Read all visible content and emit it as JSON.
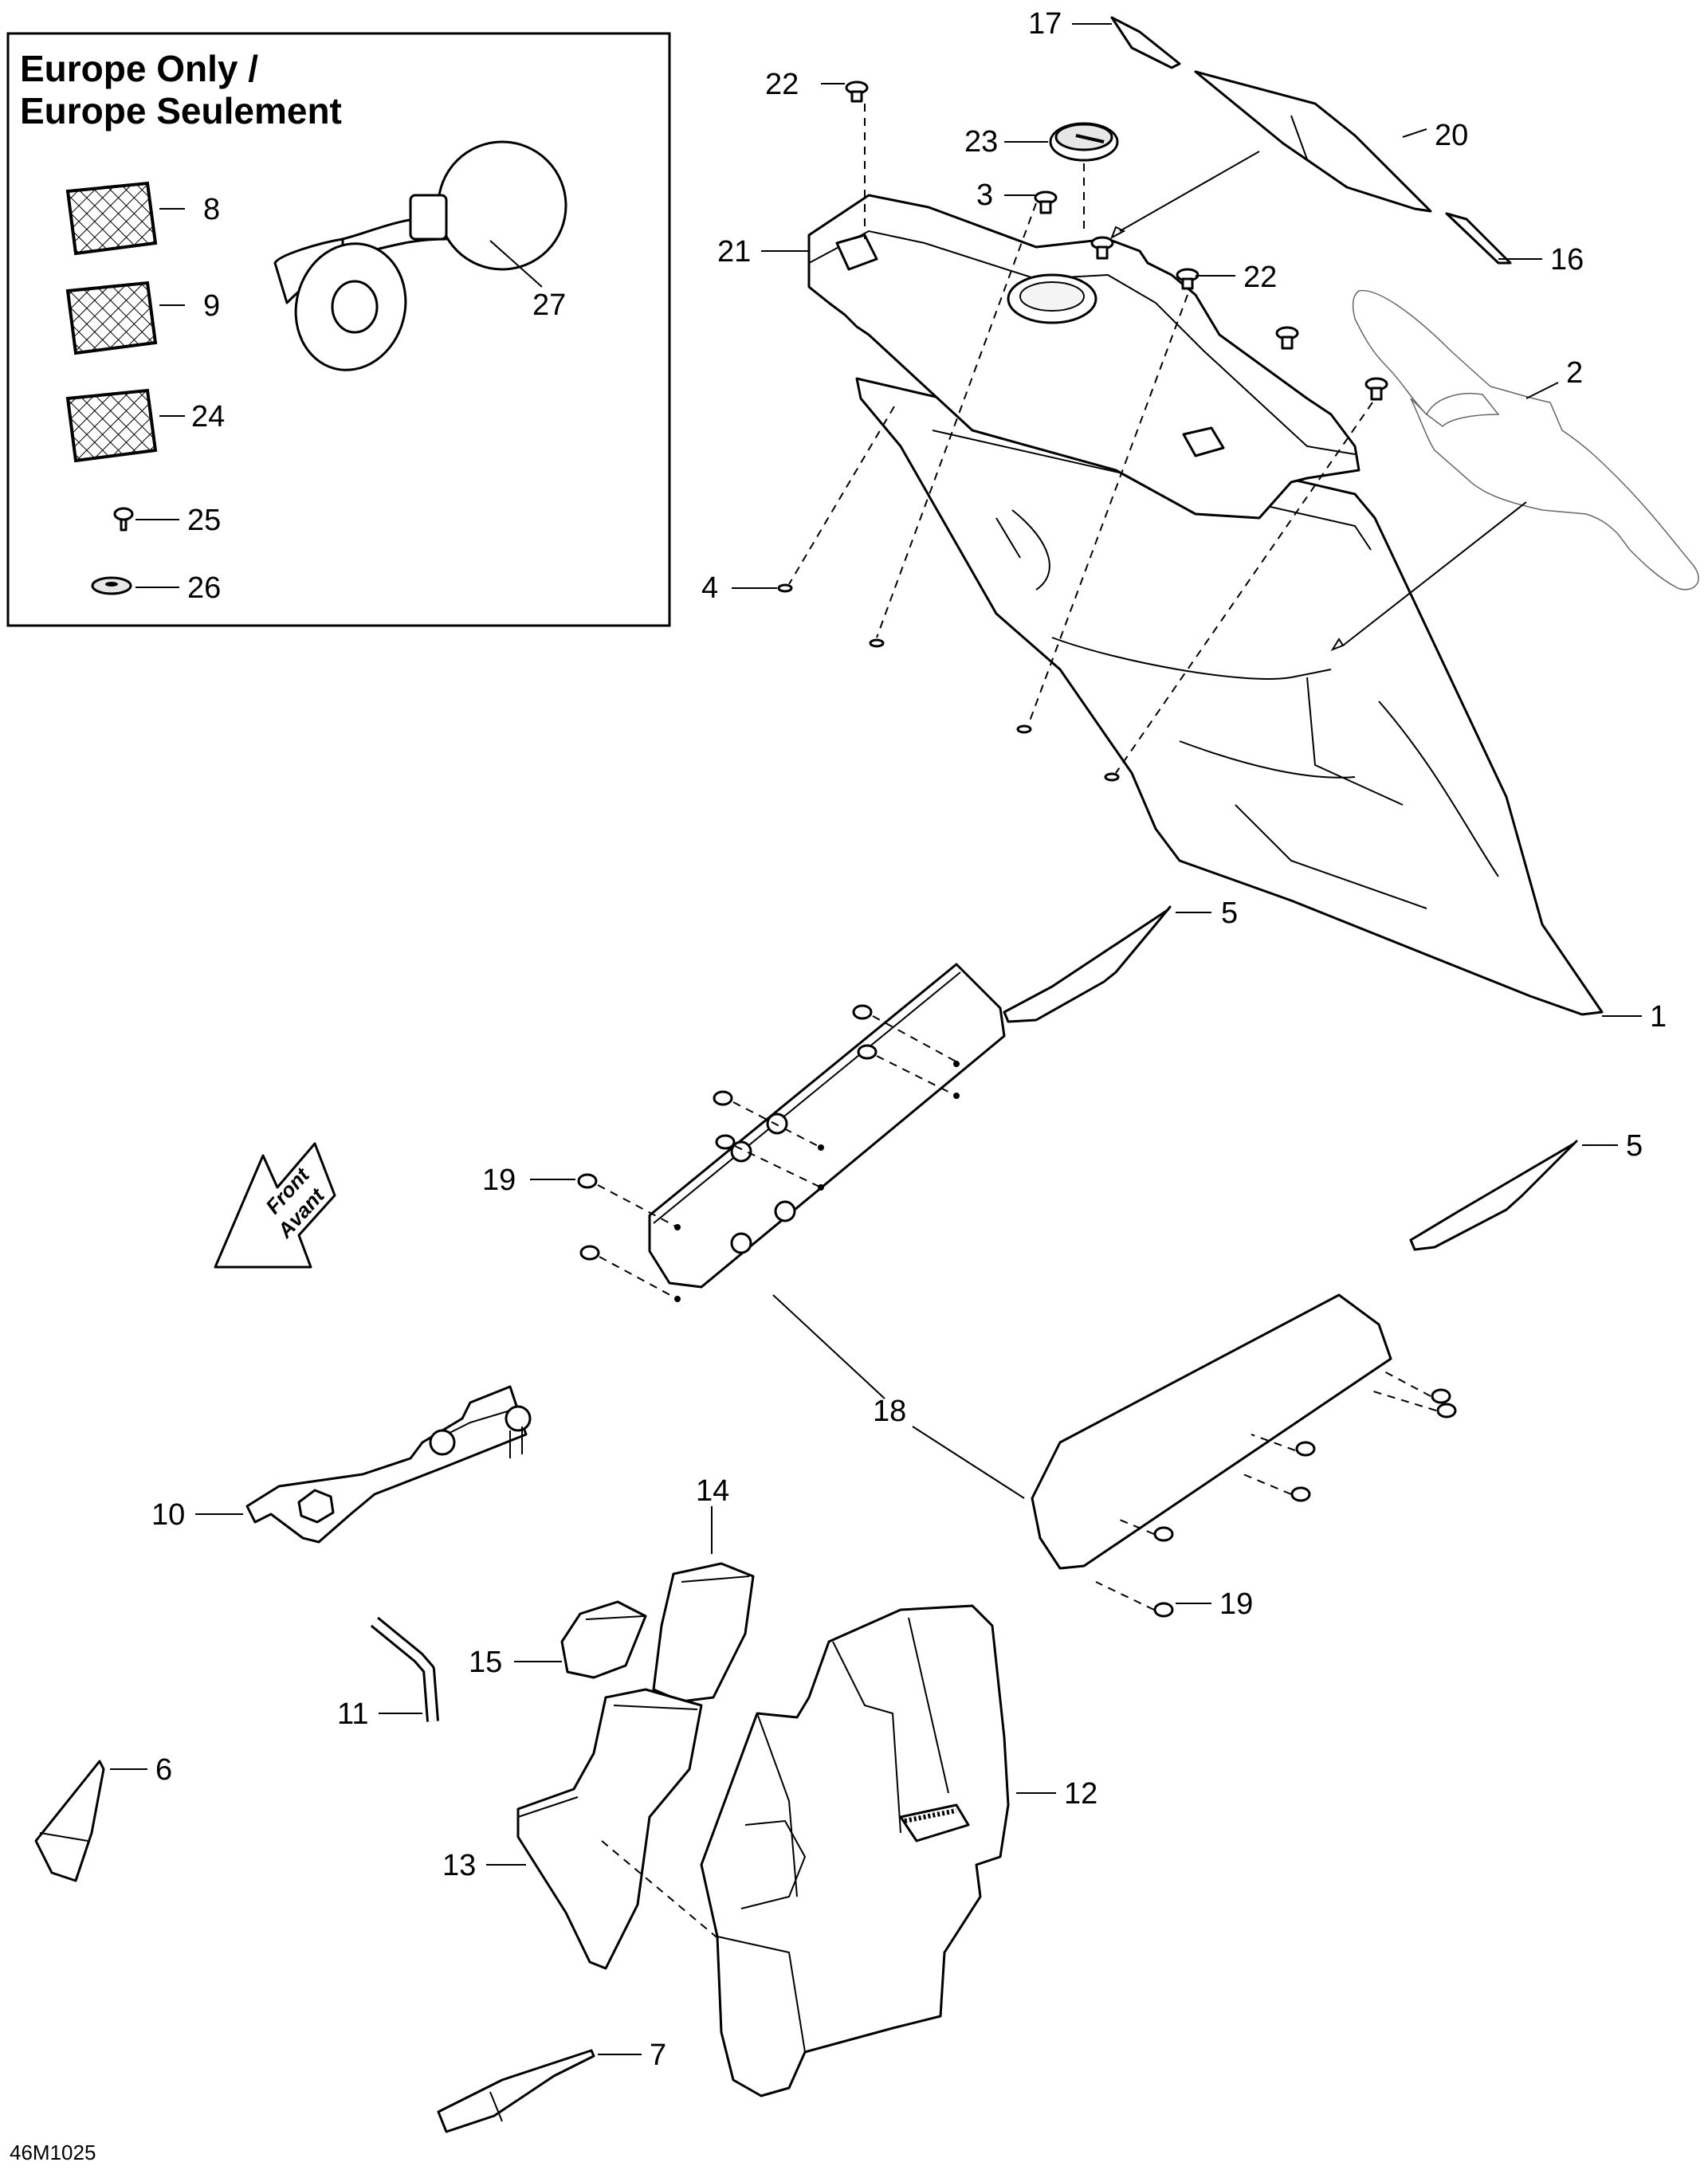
{
  "inset": {
    "title_line1": "Europe Only /",
    "title_line2": "Europe Seulement"
  },
  "front_arrow": {
    "line1": "Front",
    "line2": "Avant"
  },
  "diagram_code": "46M1025",
  "callouts": {
    "c1": "1",
    "c2": "2",
    "c3": "3",
    "c4": "4",
    "c5a": "5",
    "c5b": "5",
    "c6": "6",
    "c7": "7",
    "c8": "8",
    "c9": "9",
    "c10": "10",
    "c11": "11",
    "c12": "12",
    "c13": "13",
    "c14": "14",
    "c15": "15",
    "c16": "16",
    "c17": "17",
    "c18": "18",
    "c19a": "19",
    "c19b": "19",
    "c20": "20",
    "c21": "21",
    "c22a": "22",
    "c22b": "22",
    "c23": "23",
    "c24": "24",
    "c25": "25",
    "c26": "26",
    "c27": "27"
  }
}
